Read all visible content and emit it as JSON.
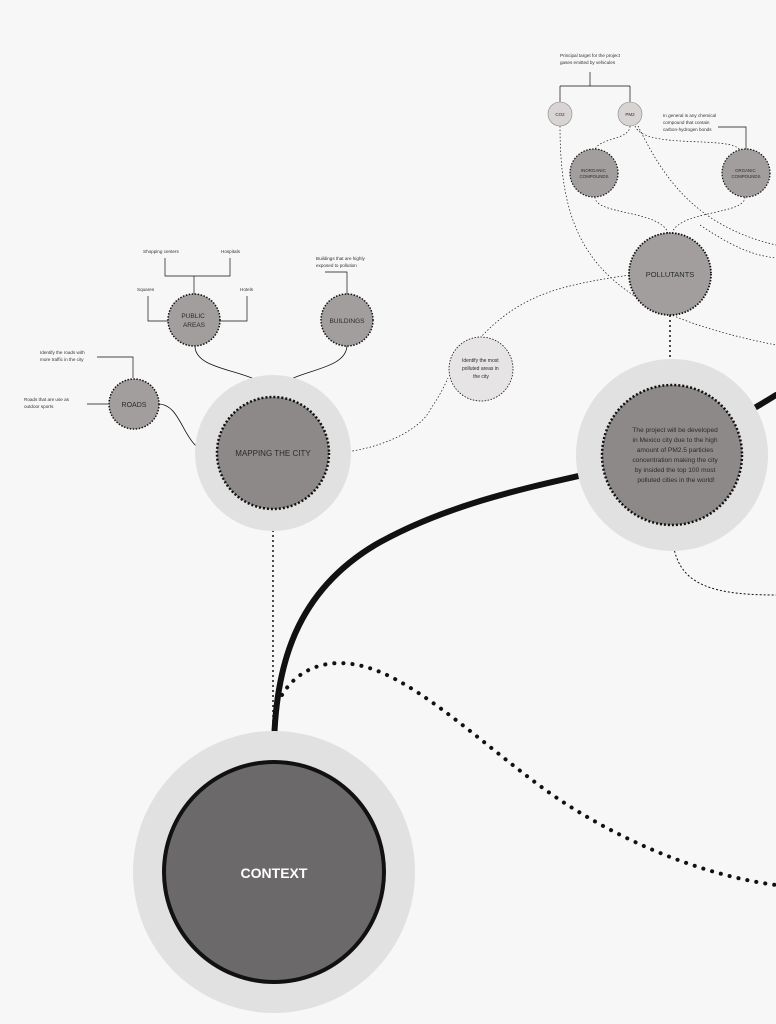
{
  "nodes": {
    "context": "CONTEXT",
    "mapping": "MAPPING THE CITY",
    "roads": "ROADS",
    "public_areas": [
      "PUBLIC",
      "AREAS"
    ],
    "buildings": "BUILDINGS",
    "identify": [
      "Identify the most",
      "polluted areas in",
      "the city"
    ],
    "pollutants": "POLLUTANTS",
    "project": [
      "The project will be developed",
      "in Mexico city due to the high",
      "amount of PM2.5 particles",
      "concentration making the city",
      "by insided the top 100 most",
      "polluted cities in the world!"
    ],
    "co2": "CO2",
    "pm2": "PM2",
    "inorganic": [
      "INORGANIC",
      "COMPOUNDS"
    ],
    "organic": [
      "ORGANIC",
      "COMPOUNDS"
    ]
  },
  "labels": {
    "roads_traffic": [
      "Identify the roads with",
      "more traffic in the city"
    ],
    "roads_sports": [
      "Roads that are use as",
      "outdoor sports"
    ],
    "shopping": "Shopping centers",
    "hospitals": "Hospitals",
    "squares": "Squares",
    "hotels": "Hotels",
    "buildings_note": [
      "Buildings that are highly",
      "exposed to pollution"
    ],
    "principal_target": [
      "Principal target for the project",
      "gases emitted by vehicules"
    ],
    "organic_note": [
      "In general is any chemical",
      "compound that contain",
      "carbon-hydrogen bonds"
    ]
  },
  "colors": {
    "background": "#f7f7f7",
    "halo": "#e2e1e1",
    "dark_node": "#6b6969",
    "mid_node": "#8d8989",
    "light_node": "#b8b3b3",
    "pale_node": "#d4d0d0",
    "line": "#111111"
  }
}
